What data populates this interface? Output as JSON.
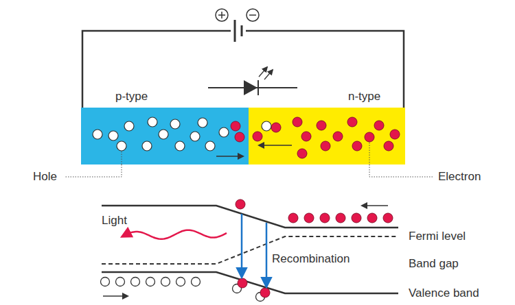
{
  "diagram": {
    "nodes": [
      {
        "text": [
          "p-type"
        ]
      },
      {
        "text": [
          "n-type"
        ]
      }
    ],
    "edges": [
      {
        "from": 0,
        "to": 1,
        "arrow": "none"
      }
    ],
    "labels": [
      "Hole",
      "Electron",
      "Light",
      "Fermi level",
      "Recombination",
      "Band gap",
      "Valence band"
    ]
  }
}
